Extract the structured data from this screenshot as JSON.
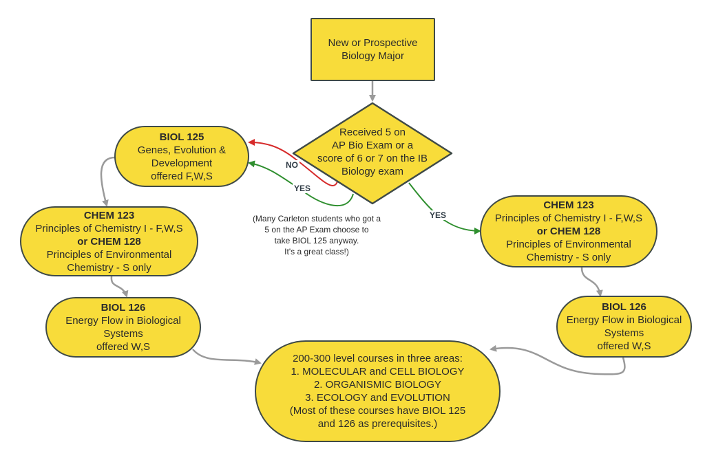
{
  "colors": {
    "node_fill": "#f8dc3a",
    "node_border": "#3f4a47",
    "edge_gray": "#9a9a9a",
    "edge_red": "#d62a2a",
    "edge_green": "#2f8f2f"
  },
  "nodes": {
    "start": {
      "line1": "New or Prospective",
      "line2": "Biology Major"
    },
    "decision": {
      "line1": "Received 5 on",
      "line2": "AP Bio Exam or a",
      "line3": "score of 6 or 7 on the IB",
      "line4": "Biology exam"
    },
    "biol125": {
      "title": "BIOL 125",
      "line1": "Genes, Evolution &",
      "line2": "Development",
      "line3": "offered F,W,S"
    },
    "chem_left": {
      "title": "CHEM 123",
      "line1": "Principles of Chemistry I - F,W,S",
      "alt": "or CHEM 128",
      "line2": "Principles of Environmental",
      "line3": "Chemistry - S only"
    },
    "biol126_left": {
      "title": "BIOL 126",
      "line1": "Energy Flow in Biological",
      "line2": "Systems",
      "line3": "offered W,S"
    },
    "chem_right": {
      "title": "CHEM 123",
      "line1": "Principles of Chemistry I - F,W,S",
      "alt": "or CHEM 128",
      "line2": "Principles of Environmental",
      "line3": "Chemistry - S only"
    },
    "biol126_right": {
      "title": "BIOL 126",
      "line1": "Energy Flow in Biological",
      "line2": "Systems",
      "line3": "offered W,S"
    },
    "upper": {
      "line1": "200-300 level courses in three areas:",
      "line2": "1. MOLECULAR and CELL BIOLOGY",
      "line3": "2. ORGANISMIC BIOLOGY",
      "line4": "3. ECOLOGY and EVOLUTION",
      "line5": "(Most of these courses have BIOL 125",
      "line6": "and 126 as prerequisites.)"
    }
  },
  "edge_labels": {
    "no": "NO",
    "yes_left": "YES",
    "yes_right": "YES"
  },
  "note": {
    "line1": "(Many Carleton students who got a",
    "line2": "5 on the AP Exam choose to",
    "line3": "take BIOL 125 anyway.",
    "line4": "It's a great class!)"
  }
}
